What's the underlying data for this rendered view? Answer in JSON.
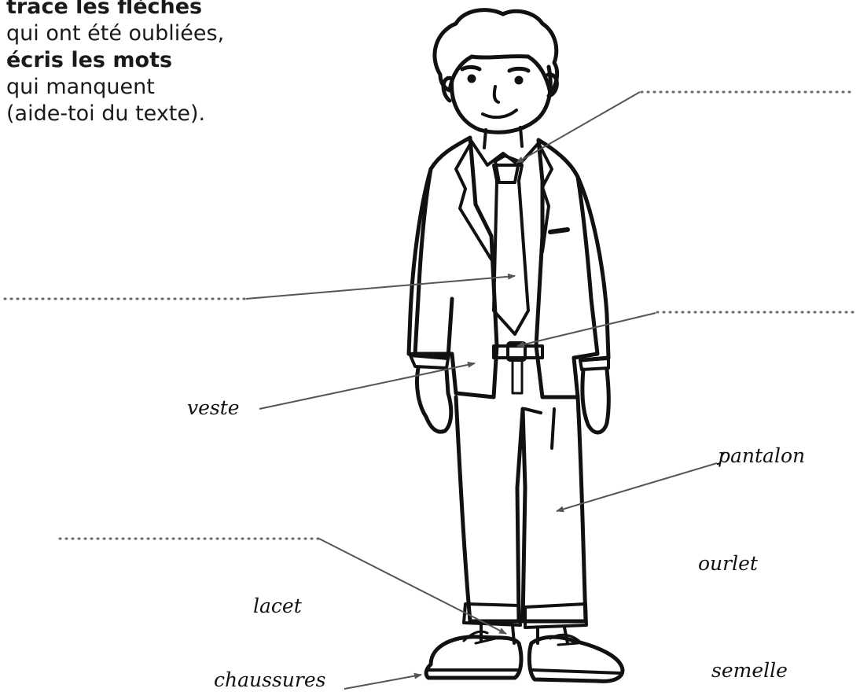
{
  "instructions": {
    "line1": "trace les flèches",
    "line2": "qui ont été oubliées,",
    "line3": "écris les mots",
    "line4": "qui manquent",
    "line5": "(aide-toi du texte)."
  },
  "labels": {
    "veste": "veste",
    "pantalon": "pantalon",
    "ourlet": "ourlet",
    "lacet": "lacet",
    "chaussures": "chaussures",
    "semelle": "semelle"
  },
  "colors": {
    "ink": "#111111",
    "arrow": "#555555",
    "dots": "#666666"
  }
}
